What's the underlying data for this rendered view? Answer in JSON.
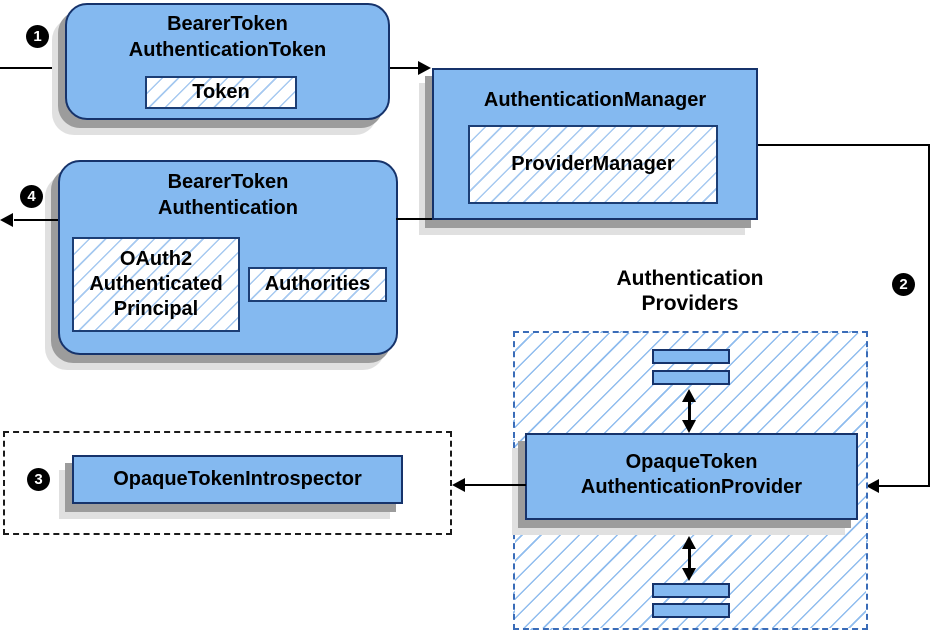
{
  "diagram": {
    "badges": {
      "step1": "1",
      "step2": "2",
      "step3": "3",
      "step4": "4"
    },
    "nodes": {
      "bearer_token_authentication_token": {
        "title_line1": "BearerToken",
        "title_line2": "AuthenticationToken",
        "token_label": "Token"
      },
      "authentication_manager": {
        "title": "AuthenticationManager",
        "provider_manager_label": "ProviderManager"
      },
      "bearer_token_authentication": {
        "title_line1": "BearerToken",
        "title_line2": "Authentication",
        "principal_line1": "OAuth2",
        "principal_line2": "Authenticated",
        "principal_line3": "Principal",
        "authorities_label": "Authorities"
      },
      "authentication_providers_group": {
        "label_line1": "Authentication",
        "label_line2": "Providers"
      },
      "opaque_token_authentication_provider": {
        "title_line1": "OpaqueToken",
        "title_line2": "AuthenticationProvider"
      },
      "opaque_token_introspector": {
        "title": "OpaqueTokenIntrospector"
      }
    },
    "colors": {
      "node_fill": "#84b9f0",
      "node_border": "#16336b",
      "hatch_line": "#a6c9f0",
      "providers_dashed_border": "#3a6cb8",
      "introspector_dashed_border": "#1a1a1a",
      "arrow": "#000000",
      "shadow": "#9c9c9c"
    }
  }
}
